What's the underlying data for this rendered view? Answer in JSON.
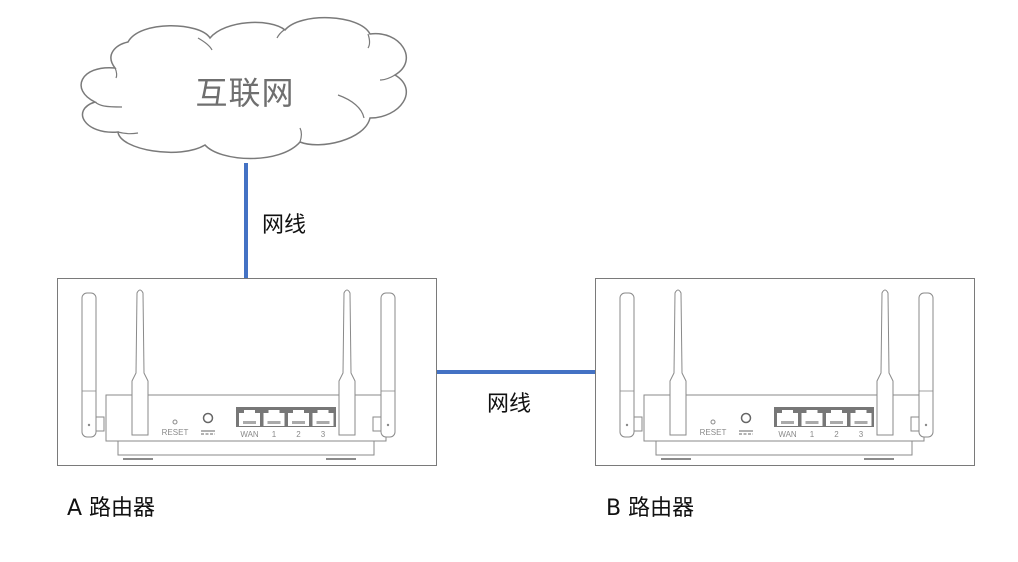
{
  "diagram": {
    "type": "network-topology",
    "cloud": {
      "label": "互联网"
    },
    "cables": [
      {
        "id": "internet-to-a",
        "label": "网线",
        "from": "互联网",
        "to": "A 路由器",
        "color": "#4472c4"
      },
      {
        "id": "a-to-b",
        "label": "网线",
        "from": "A 路由器",
        "to": "B 路由器",
        "color": "#4472c4"
      }
    ],
    "routers": [
      {
        "id": "a",
        "label": "A 路由器",
        "reset_label": "RESET",
        "ports": [
          "WAN",
          "1",
          "2",
          "3"
        ]
      },
      {
        "id": "b",
        "label": "B 路由器",
        "reset_label": "RESET",
        "ports": [
          "WAN",
          "1",
          "2",
          "3"
        ]
      }
    ]
  }
}
